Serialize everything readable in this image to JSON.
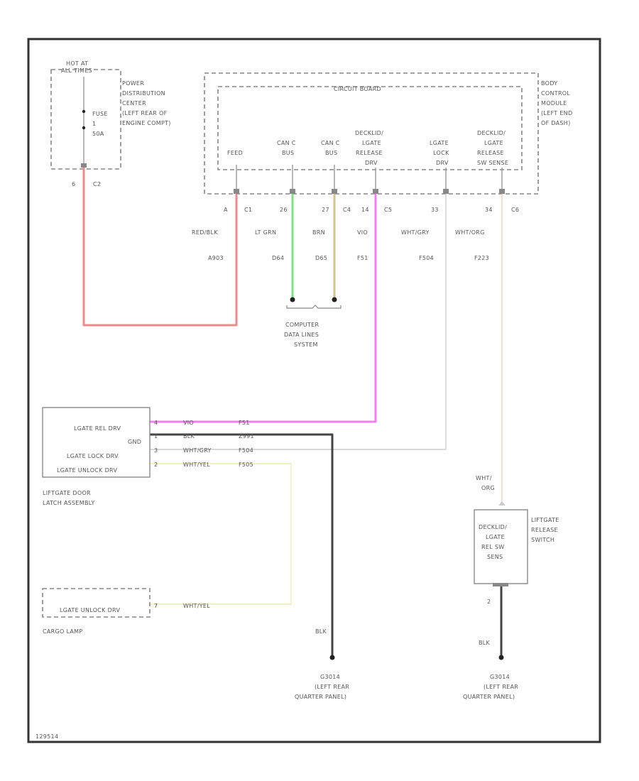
{
  "power": {
    "hot_at": "HOT AT",
    "hot_when": "ALL TIMES",
    "pdc_label": [
      "POWER",
      "DISTRIBUTION",
      "CENTER",
      "(LEFT REAR OF",
      "ENGINE COMPT)"
    ],
    "fuse": [
      "FUSE",
      "1",
      "50A"
    ],
    "pin": "6",
    "connector": "C2"
  },
  "bcm": {
    "circuit_board": "CIRCUIT BOARD",
    "label": [
      "BODY",
      "CONTROL",
      "MODULE",
      "(LEFT END",
      "OF DASH)"
    ],
    "columns": [
      {
        "name": [
          "FEED"
        ],
        "pin": "A",
        "conn": "C1",
        "wire_color": "RED/BLK",
        "circuit": "A903"
      },
      {
        "name": [
          "CAN C",
          "BUS"
        ],
        "pin": "26",
        "conn": "",
        "wire_color": "LT GRN",
        "circuit": "D64"
      },
      {
        "name": [
          "CAN C",
          "BUS"
        ],
        "pin": "27",
        "conn": "C4",
        "wire_color": "BRN",
        "circuit": "D65"
      },
      {
        "name": [
          "DECKLID/",
          "LGATE",
          "RELEASE",
          "DRV"
        ],
        "pin": "14",
        "conn": "C5",
        "wire_color": "VIO",
        "circuit": "F51"
      },
      {
        "name": [
          "LGATE",
          "LOCK",
          "DRV"
        ],
        "pin": "33",
        "conn": "",
        "wire_color": "WHT/GRY",
        "circuit": "F504"
      },
      {
        "name": [
          "DECKLID/",
          "LGATE",
          "RELEASE",
          "SW SENSE"
        ],
        "pin": "34",
        "conn": "C6",
        "wire_color": "WHT/ORG",
        "circuit": "F223"
      }
    ]
  },
  "data_bus": [
    "COMPUTER",
    "DATA LINES",
    "SYSTEM"
  ],
  "latch": {
    "pins": [
      {
        "name": "LGATE REL DRV",
        "pin": "4",
        "wire": "VIO",
        "circuit": "F51"
      },
      {
        "name": "GND",
        "pin": "1",
        "wire": "BLK",
        "circuit": "Z991"
      },
      {
        "name": "LGATE LOCK DRV",
        "pin": "3",
        "wire": "WHT/GRY",
        "circuit": "F504"
      },
      {
        "name": "LGATE UNLOCK DRV",
        "pin": "2",
        "wire": "WHT/YEL",
        "circuit": "F505"
      }
    ],
    "label": [
      "LIFTGATE DOOR",
      "LATCH ASSEMBLY"
    ]
  },
  "cargo": {
    "pin_name": "LGATE UNLOCK DRV",
    "pin": "7",
    "wire": "WHT/YEL",
    "label": "CARGO LAMP"
  },
  "ground_left": {
    "wire": "BLK",
    "label": [
      "G3014",
      "(LEFT REAR",
      "QUARTER PANEL)"
    ]
  },
  "release_switch": {
    "wire": [
      "WHT/",
      "ORG"
    ],
    "box": [
      "DECKLID/",
      "LGATE",
      "REL SW",
      "SENS"
    ],
    "label": [
      "LIFTGATE",
      "RELEASE",
      "SWITCH"
    ],
    "pin": "2",
    "gnd_wire": "BLK",
    "ground": [
      "G3014",
      "(LEFT REAR",
      "QUARTER PANEL)"
    ]
  },
  "footer_code": "129514",
  "colors": {
    "red_blk": "#f08a8a",
    "lt_grn": "#7de37d",
    "brn": "#d8c08a",
    "vio": "#f07ff0",
    "wht_gry": "#cccccc",
    "wht_org": "#f0d2bc",
    "wht_yel": "#eeeeb0",
    "blk": "#444444"
  }
}
